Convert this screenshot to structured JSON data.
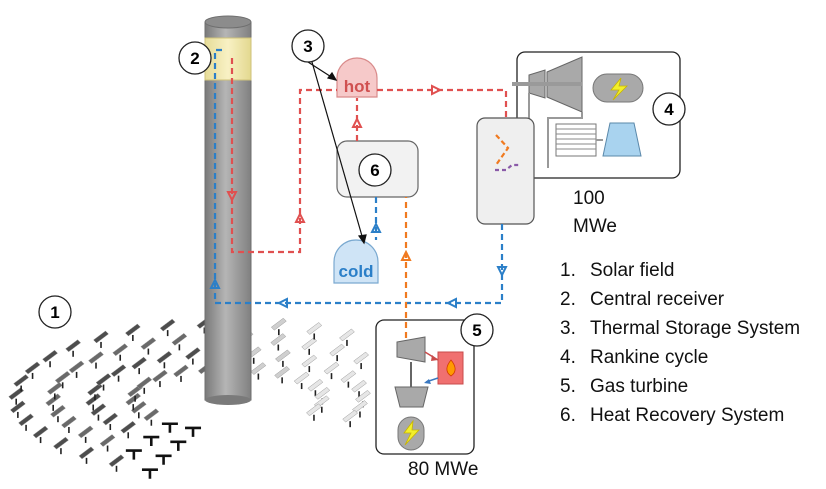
{
  "callouts": [
    "1",
    "2",
    "3",
    "4",
    "5",
    "6"
  ],
  "tanks": {
    "hot": "hot",
    "cold": "cold"
  },
  "captions": {
    "rankine_power_value": "100",
    "rankine_power_unit": "MWe",
    "gas_turbine_power": "80 MWe"
  },
  "legend": [
    {
      "num": "1.",
      "label": "Solar field"
    },
    {
      "num": "2.",
      "label": "Central receiver"
    },
    {
      "num": "3.",
      "label": "Thermal Storage System"
    },
    {
      "num": "4.",
      "label": "Rankine cycle"
    },
    {
      "num": "5.",
      "label": "Gas turbine"
    },
    {
      "num": "6.",
      "label": "Heat Recovery System"
    }
  ],
  "colors": {
    "hot_loop": "#e05050",
    "cold_loop": "#2b7fc8",
    "gas_loop": "#f07a20",
    "tank_hot_fill": "#f6c9c9",
    "tank_cold_fill": "#cfe4f6",
    "tower": "#9a9a9a",
    "receiver": "#f3eab0",
    "lightning": "#f2ef2a"
  }
}
